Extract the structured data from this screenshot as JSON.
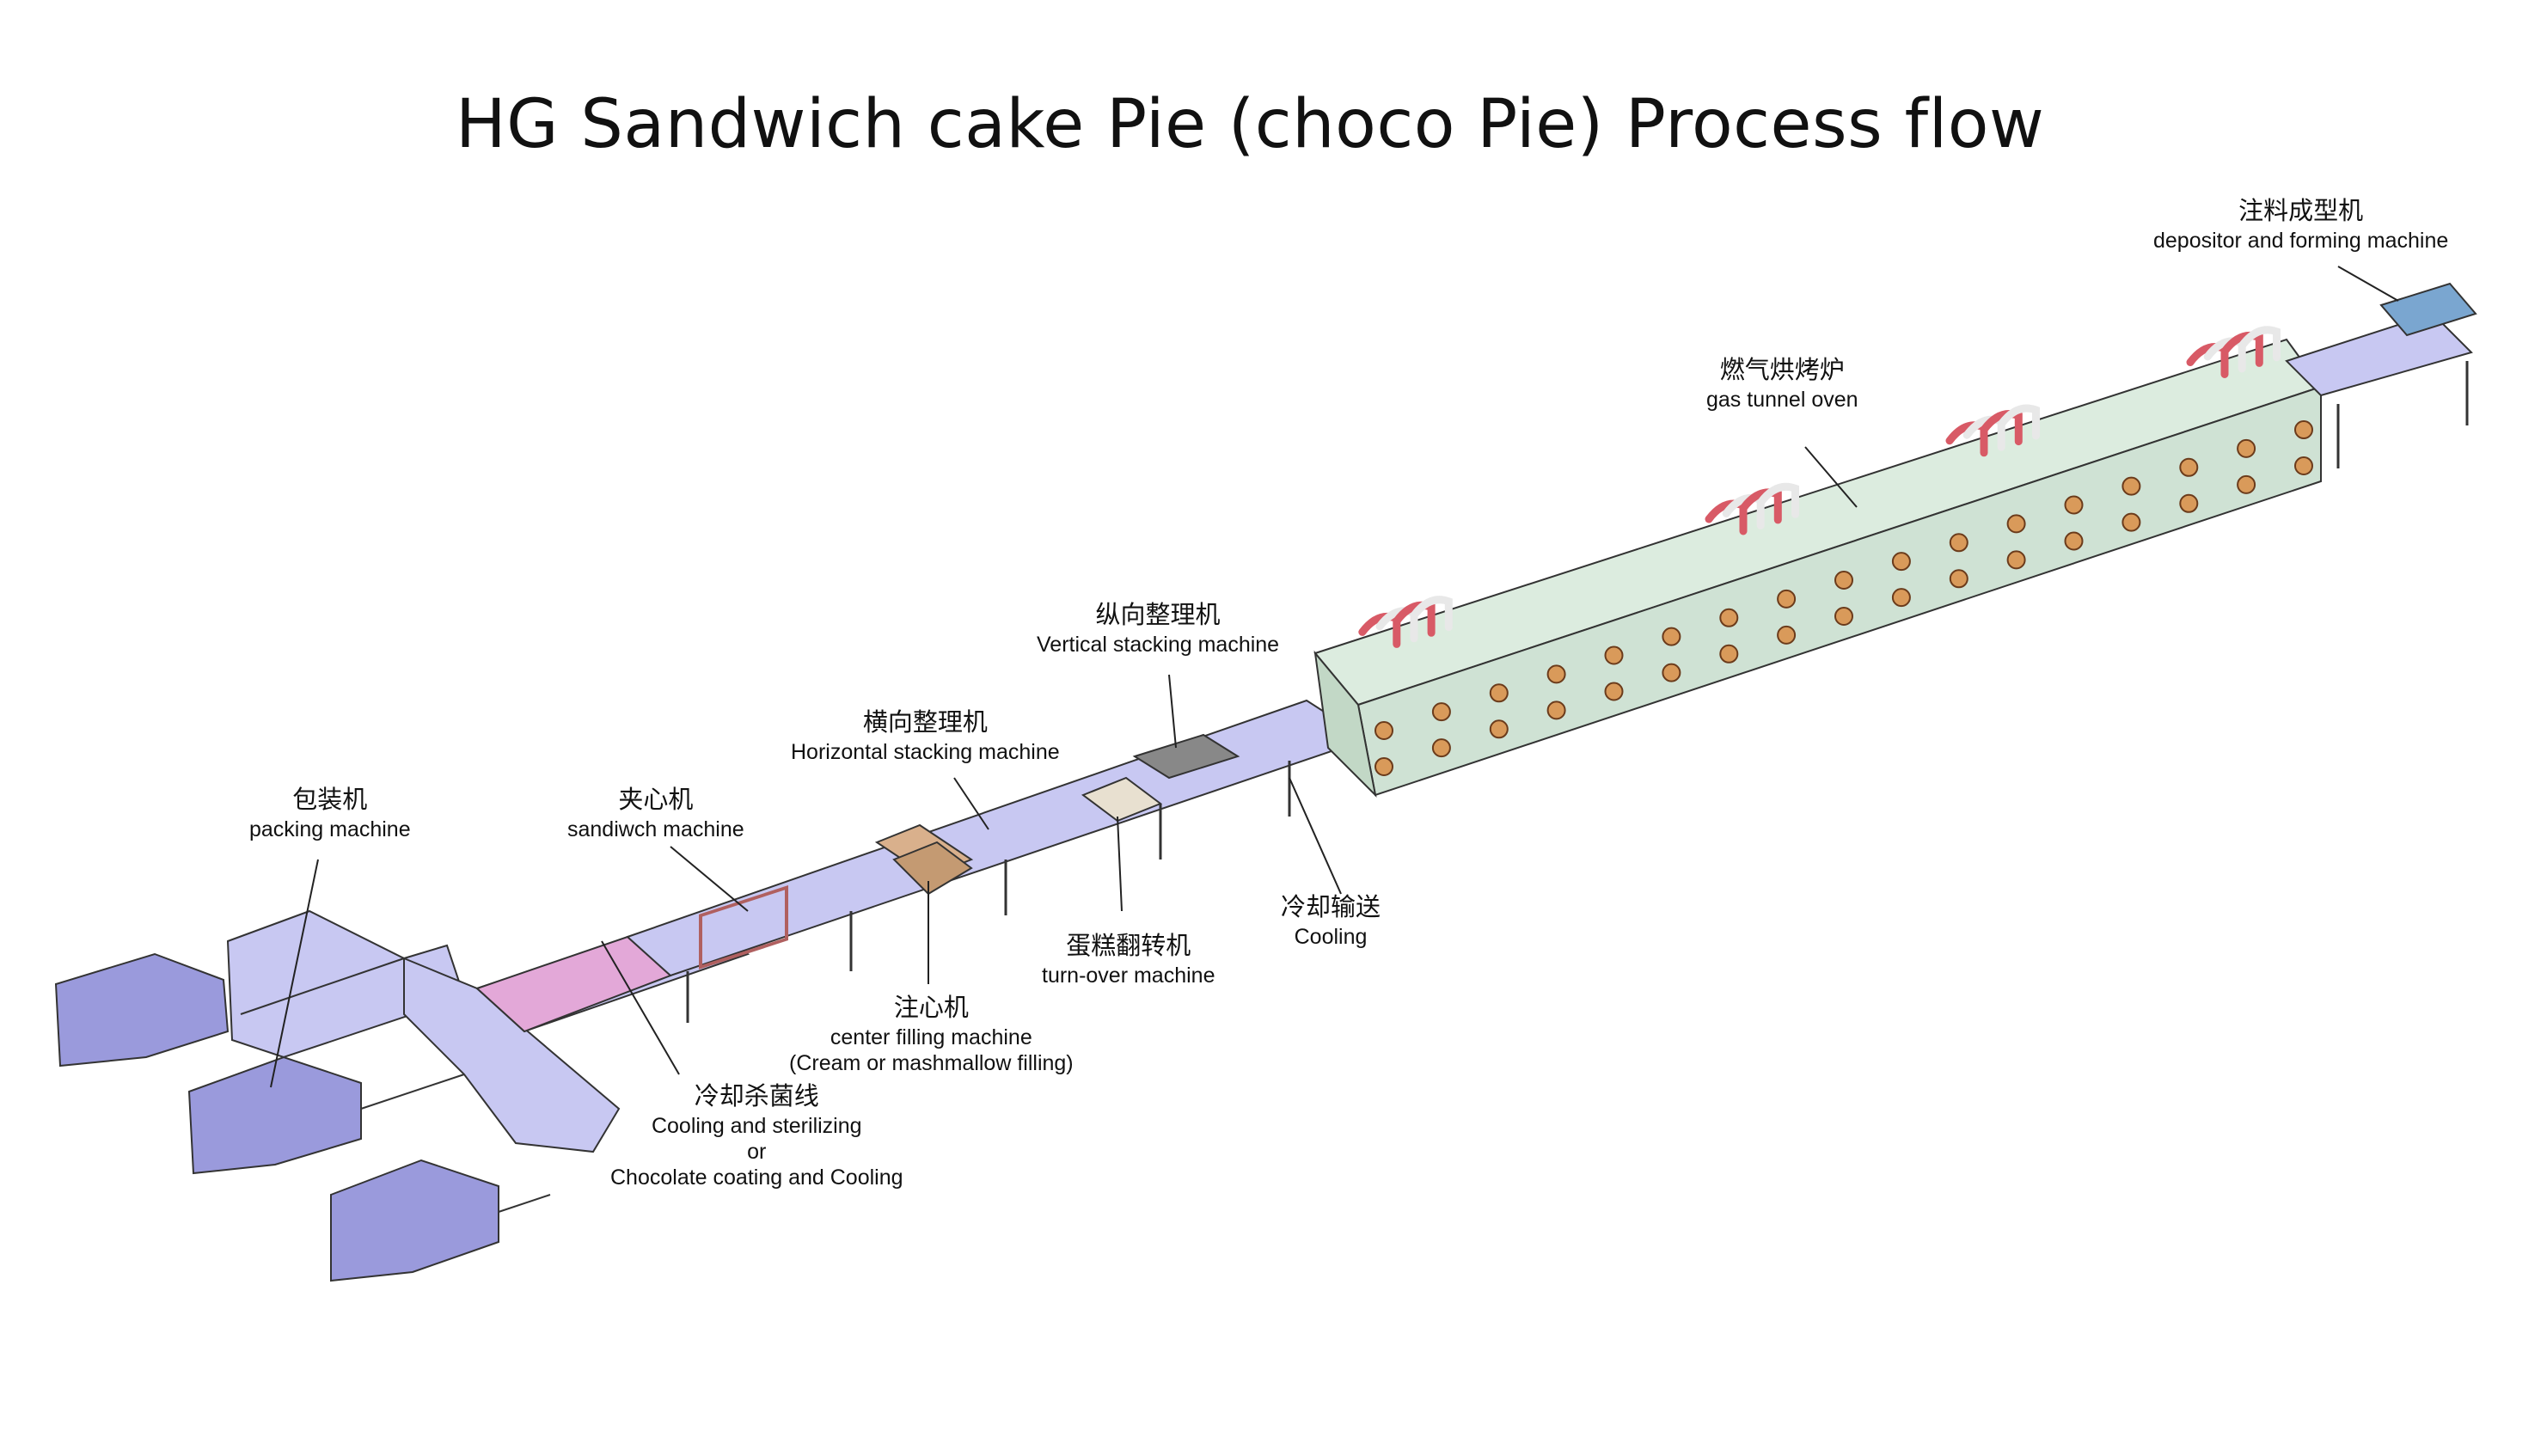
{
  "title": "HG Sandwich cake Pie (choco Pie) Process flow",
  "colors": {
    "conveyor": "#c8c8f2",
    "packing": "#9a9adc",
    "oven": "#dcecdf",
    "burner_pipe": "#d85a66",
    "cooling_section": "#e3a8d8",
    "line": "#333333"
  },
  "labels": {
    "depositor": {
      "zh": "注料成型机",
      "en": "depositor and forming machine"
    },
    "oven": {
      "zh": "燃气烘烤炉",
      "en": "gas tunnel oven"
    },
    "vertical_stacking": {
      "zh": "纵向整理机",
      "en": "Vertical stacking machine"
    },
    "horizontal_stacking": {
      "zh": "横向整理机",
      "en": "Horizontal stacking machine"
    },
    "sandwich": {
      "zh": "夹心机",
      "en": "sandiwch machine"
    },
    "packing": {
      "zh": "包装机",
      "en": "packing machine"
    },
    "cooling_conveyor": {
      "zh": "冷却输送",
      "en": "Cooling"
    },
    "turn_over": {
      "zh": "蛋糕翻转机",
      "en": "turn-over machine"
    },
    "center_filling": {
      "zh": "注心机",
      "en": "center filling machine",
      "en2": "(Cream or mashmallow filling)"
    },
    "cooling_sterilizing": {
      "zh": "冷却杀菌线",
      "en": "Cooling and sterilizing",
      "en2": "or",
      "en3": "Chocolate coating and Cooling"
    }
  }
}
